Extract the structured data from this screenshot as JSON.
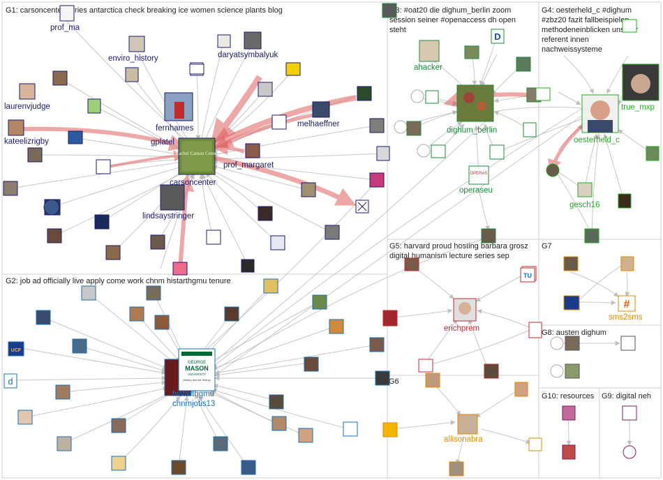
{
  "groups": [
    {
      "id": "G1",
      "title": "G1: carsoncenter series antarctica check breaking ice women science plants blog",
      "color": "#1a1a6e"
    },
    {
      "id": "G2",
      "title": "G2: job ad officially live apply come work chnm histarthgmu tenure",
      "color": "#1a6fb5"
    },
    {
      "id": "G3",
      "title": "G3: #oat20 die dighum_berlin zoom session seiner #openaccess dh open steht",
      "color": "#1a8a3a"
    },
    {
      "id": "G4",
      "title": "G4: oesterheld_c #dighum #zbz20 fazit fallbeispielen methodeneinblicken unserer referent innen nachweissysteme",
      "color": "#22aa22"
    },
    {
      "id": "G5",
      "title": "G5: harvard proud hosting barbara grosz digital humanism lecture series sep",
      "color": "#c0282d"
    },
    {
      "id": "G6",
      "title": "G6",
      "color": "#e08a00"
    },
    {
      "id": "G7",
      "title": "G7",
      "color": "#e08a00"
    },
    {
      "id": "G8",
      "title": "G8: austen dighum",
      "color": "#333"
    },
    {
      "id": "G9",
      "title": "G9: digital neh",
      "color": "#7a1a5a"
    },
    {
      "id": "G10",
      "title": "G10: resources",
      "color": "#7a1a5a"
    }
  ],
  "labels": {
    "prof_ma": "prof_ma",
    "enviro_history": "enviro_history",
    "daryatsymbalyuk": "daryatsymbalyuk",
    "laurenvjudge": "laurenvjudge",
    "fernhames": "fernhames",
    "kateelizrigby": "kateelizrigby",
    "gplatel": "gplatel",
    "melhaeffner": "melhaeffner",
    "prof_margaret": "prof_margaret",
    "carsoncenter": "carsoncenter",
    "lindsaystringer": "lindsaystringer",
    "histarthgmu": "histarthgmu",
    "chnm": "chnm",
    "jotis13": "jotis13",
    "ahacker": "ahacker",
    "dighum_berlin": "dighum_berlin",
    "operaseu": "operaseu",
    "true_mxp": "true_mxp",
    "oesterheld_c": "oesterheld_c",
    "gesch16": "gesch16",
    "erichprem": "erichprem",
    "sms2sms": "sms2sms",
    "allisonabra": "allisonabra"
  },
  "icons": {
    "mason_logo_line1": "GEORGE",
    "mason_logo_line2": "MASON",
    "mason_logo_line3": "UNIVERSITY",
    "mason_logo_line4": "History and Art History",
    "carson_logo": "Rachel Carson Center",
    "opera_logo": "OPERAS",
    "ucf_logo": "UCF",
    "d_logo": "D",
    "sms_hash": "#",
    "tu_logo": "TU"
  }
}
